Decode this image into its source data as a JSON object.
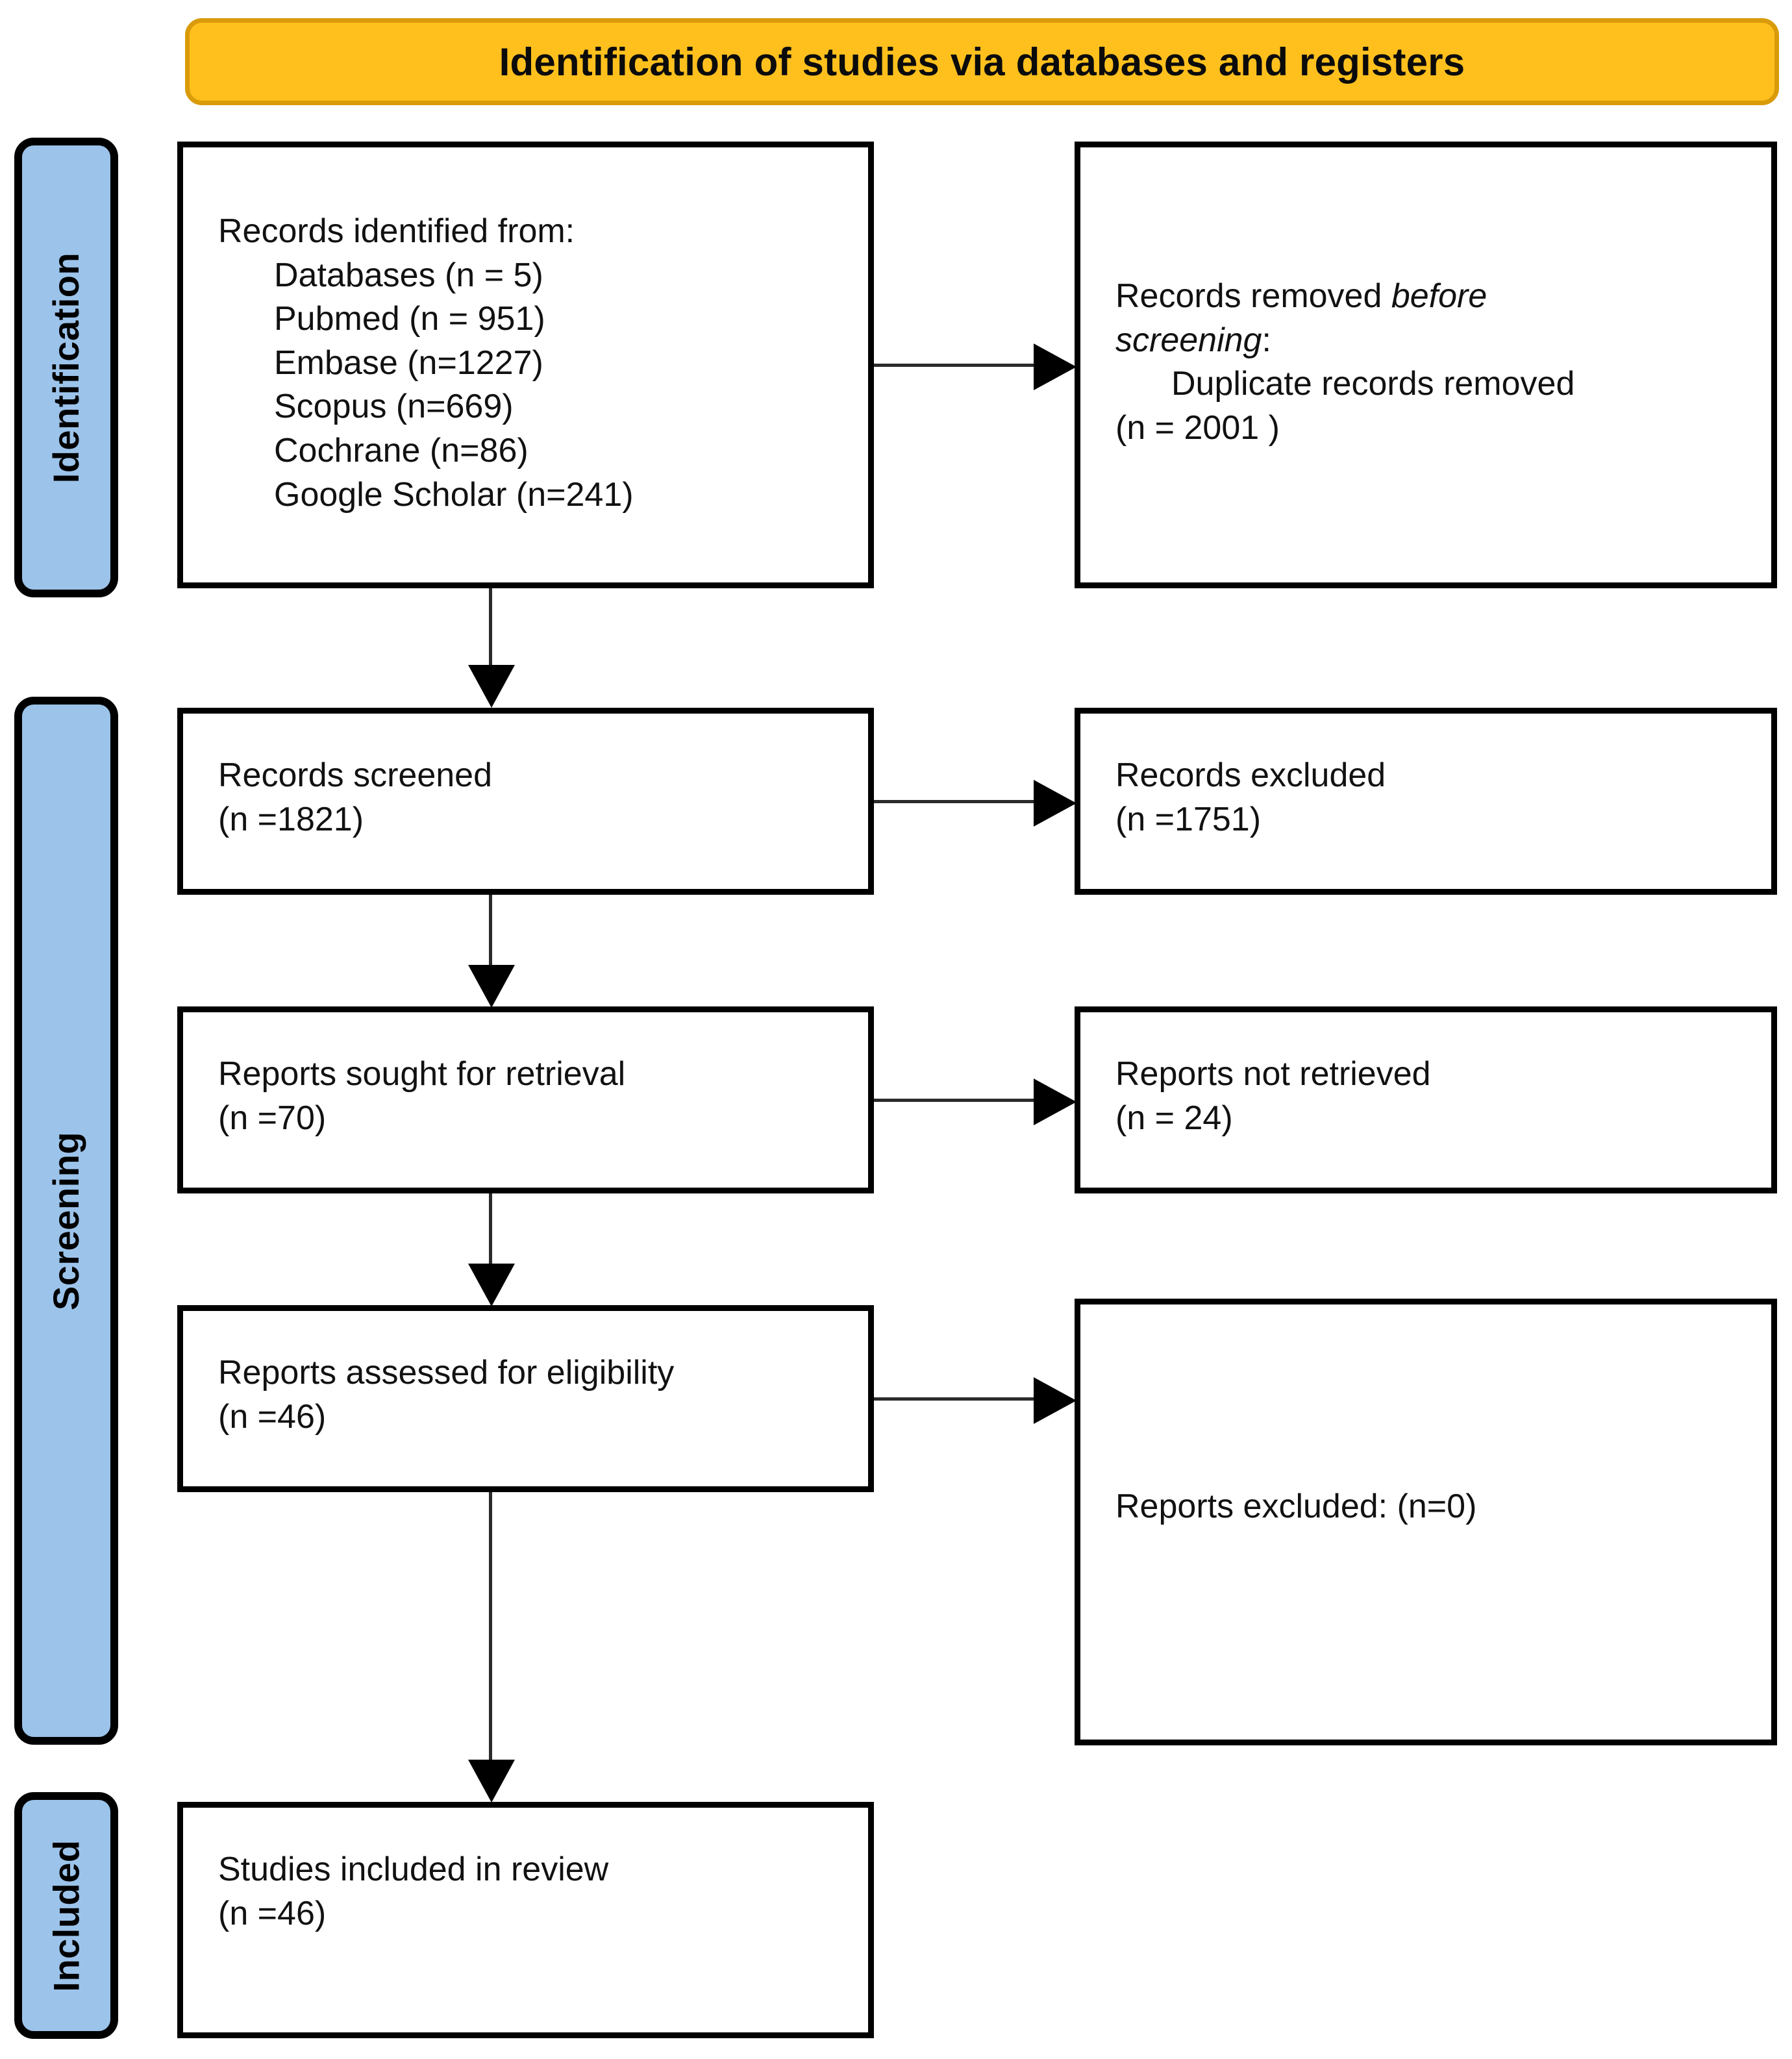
{
  "banner": {
    "title": "Identification of studies via databases and registers",
    "fill_color": "#FFC01E",
    "border_color": "#D99B0A"
  },
  "stages": {
    "fill_color": "#9CC3EA",
    "identification": "Identification",
    "screening": "Screening",
    "included": "Included"
  },
  "boxes": {
    "identified": {
      "heading": "Records identified from:",
      "sources": [
        "Databases (n = 5)",
        "Pubmed (n = 951)",
        "Embase (n=1227)",
        "Scopus (n=669)",
        "Cochrane (n=86)",
        "Google Scholar (n=241)"
      ]
    },
    "removed": {
      "line1_prefix": "Records removed ",
      "line1_italic": "before",
      "line2_italic": "screening",
      "line2_suffix": ":",
      "detail": "Duplicate records removed",
      "count": "(n = 2001 )"
    },
    "screened": {
      "label": "Records screened",
      "count": "(n =1821)"
    },
    "excluded": {
      "label": "Records excluded",
      "count": "(n =1751)"
    },
    "sought": {
      "label": "Reports sought for retrieval",
      "count": "(n =70)"
    },
    "not_retrieved": {
      "label": "Reports not retrieved",
      "count": "(n = 24)"
    },
    "eligibility": {
      "label": "Reports assessed for eligibility",
      "count": "(n =46)"
    },
    "reports_excluded": {
      "label": "Reports excluded: (n=0)"
    },
    "included": {
      "label": "Studies included in review",
      "count": "(n =46)"
    }
  },
  "chart_data": {
    "type": "diagram",
    "diagram_kind": "PRISMA 2020 flow diagram",
    "title": "Identification of studies via databases and registers",
    "stages": [
      "Identification",
      "Screening",
      "Included"
    ],
    "nodes": [
      {
        "id": "identified",
        "stage": "Identification",
        "label": "Records identified from:",
        "n_total": null,
        "breakdown": [
          {
            "source": "Databases",
            "n": 5
          },
          {
            "source": "Pubmed",
            "n": 951
          },
          {
            "source": "Embase",
            "n": 1227
          },
          {
            "source": "Scopus",
            "n": 669
          },
          {
            "source": "Cochrane",
            "n": 86
          },
          {
            "source": "Google Scholar",
            "n": 241
          }
        ]
      },
      {
        "id": "removed",
        "stage": "Identification",
        "label": "Records removed before screening: Duplicate records removed",
        "n": 2001
      },
      {
        "id": "screened",
        "stage": "Screening",
        "label": "Records screened",
        "n": 1821
      },
      {
        "id": "excluded",
        "stage": "Screening",
        "label": "Records excluded",
        "n": 1751
      },
      {
        "id": "sought",
        "stage": "Screening",
        "label": "Reports sought for retrieval",
        "n": 70
      },
      {
        "id": "not_retrieved",
        "stage": "Screening",
        "label": "Reports not retrieved",
        "n": 24
      },
      {
        "id": "eligibility",
        "stage": "Screening",
        "label": "Reports assessed for eligibility",
        "n": 46
      },
      {
        "id": "reports_excluded",
        "stage": "Screening",
        "label": "Reports excluded",
        "n": 0
      },
      {
        "id": "included",
        "stage": "Included",
        "label": "Studies included in review",
        "n": 46
      }
    ],
    "edges": [
      {
        "from": "identified",
        "to": "removed",
        "direction": "right"
      },
      {
        "from": "identified",
        "to": "screened",
        "direction": "down"
      },
      {
        "from": "screened",
        "to": "excluded",
        "direction": "right"
      },
      {
        "from": "screened",
        "to": "sought",
        "direction": "down"
      },
      {
        "from": "sought",
        "to": "not_retrieved",
        "direction": "right"
      },
      {
        "from": "sought",
        "to": "eligibility",
        "direction": "down"
      },
      {
        "from": "eligibility",
        "to": "reports_excluded",
        "direction": "right"
      },
      {
        "from": "eligibility",
        "to": "included",
        "direction": "down"
      }
    ]
  }
}
